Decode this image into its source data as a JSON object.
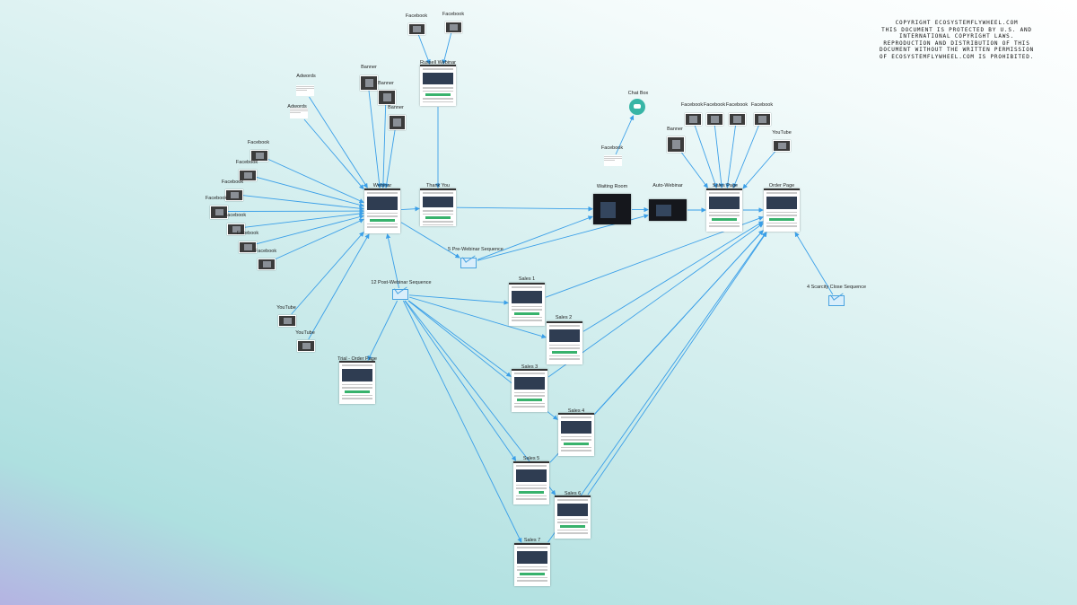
{
  "copyright": {
    "lines": [
      "COPYRIGHT ECOSYSTEMFLYWHEEL.COM",
      "THIS DOCUMENT IS PROTECTED BY U.S. AND",
      "INTERNATIONAL COPYRIGHT LAWS.",
      "REPRODUCTION AND DISTRIBUTION OF THIS",
      "DOCUMENT WITHOUT THE WRITTEN PERMISSION",
      "OF ECOSYSTEMFLYWHEEL.COM IS PROHIBITED."
    ]
  },
  "colors": {
    "edge": "#3a9fe8",
    "chat": "#38b5a6",
    "button": "#38b26c"
  },
  "nodes": [
    {
      "id": "fb_top1",
      "label": "Facebook",
      "kind": "thumb"
    },
    {
      "id": "fb_top2",
      "label": "Facebook",
      "kind": "thumb"
    },
    {
      "id": "russell",
      "label": "Russell Webinar",
      "kind": "page"
    },
    {
      "id": "adwords1",
      "label": "Adwords",
      "kind": "ad"
    },
    {
      "id": "adwords2",
      "label": "Adwords",
      "kind": "ad"
    },
    {
      "id": "banner1",
      "label": "Banner",
      "kind": "thumb"
    },
    {
      "id": "banner2",
      "label": "Banner",
      "kind": "thumb"
    },
    {
      "id": "banner3",
      "label": "Banner",
      "kind": "thumb"
    },
    {
      "id": "fbl1",
      "label": "Facebook",
      "kind": "thumb"
    },
    {
      "id": "fbl2",
      "label": "Facebook",
      "kind": "thumb"
    },
    {
      "id": "fbl3",
      "label": "Facebook",
      "kind": "thumb"
    },
    {
      "id": "fbl4",
      "label": "Facebook",
      "kind": "thumb"
    },
    {
      "id": "fbl5",
      "label": "Facebook",
      "kind": "thumb"
    },
    {
      "id": "fbl6",
      "label": "Facebook",
      "kind": "thumb"
    },
    {
      "id": "fbl7",
      "label": "Facebook",
      "kind": "thumb"
    },
    {
      "id": "yt1",
      "label": "YouTube",
      "kind": "thumb"
    },
    {
      "id": "yt2",
      "label": "YouTube",
      "kind": "thumb"
    },
    {
      "id": "webinar",
      "label": "Webinar",
      "kind": "page"
    },
    {
      "id": "thankyou",
      "label": "Thank You",
      "kind": "page"
    },
    {
      "id": "pre",
      "label": "5 Pre-Webinar Sequence",
      "kind": "mail"
    },
    {
      "id": "post",
      "label": "12 Post-Webinar Sequence",
      "kind": "mail"
    },
    {
      "id": "trial",
      "label": "Trial - Order Page",
      "kind": "page"
    },
    {
      "id": "chatbox",
      "label": "Chat Box",
      "kind": "chat"
    },
    {
      "id": "fb_chat",
      "label": "Facebook",
      "kind": "ad"
    },
    {
      "id": "waiting",
      "label": "Waiting Room",
      "kind": "dark"
    },
    {
      "id": "auto",
      "label": "Auto-Webinar",
      "kind": "dark"
    },
    {
      "id": "banner_sp",
      "label": "Banner",
      "kind": "thumb"
    },
    {
      "id": "fbr1",
      "label": "Facebook",
      "kind": "thumb"
    },
    {
      "id": "fbr2",
      "label": "Facebook",
      "kind": "thumb"
    },
    {
      "id": "fbr3",
      "label": "Facebook",
      "kind": "thumb"
    },
    {
      "id": "fbr4",
      "label": "Facebook",
      "kind": "thumb"
    },
    {
      "id": "yt_sp",
      "label": "YouTube",
      "kind": "thumb"
    },
    {
      "id": "sales",
      "label": "Sales Page",
      "kind": "page"
    },
    {
      "id": "order",
      "label": "Order Page",
      "kind": "page"
    },
    {
      "id": "scarcity",
      "label": "4 Scarcity Close Sequence",
      "kind": "mail"
    },
    {
      "id": "s1",
      "label": "Sales 1",
      "kind": "page"
    },
    {
      "id": "s2",
      "label": "Sales 2",
      "kind": "page"
    },
    {
      "id": "s3",
      "label": "Sales 3",
      "kind": "page"
    },
    {
      "id": "s4",
      "label": "Sales 4",
      "kind": "page"
    },
    {
      "id": "s5",
      "label": "Sales 5",
      "kind": "page"
    },
    {
      "id": "s6",
      "label": "Sales 6",
      "kind": "page"
    },
    {
      "id": "s7",
      "label": "Sales 7",
      "kind": "page"
    }
  ],
  "edges": [
    [
      "fb_top1",
      "russell"
    ],
    [
      "fb_top2",
      "russell"
    ],
    [
      "russell",
      "thankyou"
    ],
    [
      "adwords1",
      "webinar"
    ],
    [
      "adwords2",
      "webinar"
    ],
    [
      "banner1",
      "webinar"
    ],
    [
      "banner2",
      "webinar"
    ],
    [
      "banner3",
      "webinar"
    ],
    [
      "fbl1",
      "webinar"
    ],
    [
      "fbl2",
      "webinar"
    ],
    [
      "fbl3",
      "webinar"
    ],
    [
      "fbl4",
      "webinar"
    ],
    [
      "fbl5",
      "webinar"
    ],
    [
      "fbl6",
      "webinar"
    ],
    [
      "fbl7",
      "webinar"
    ],
    [
      "yt1",
      "webinar"
    ],
    [
      "yt2",
      "webinar"
    ],
    [
      "webinar",
      "thankyou"
    ],
    [
      "webinar",
      "pre"
    ],
    [
      "post",
      "webinar"
    ],
    [
      "post",
      "trial"
    ],
    [
      "thankyou",
      "waiting"
    ],
    [
      "pre",
      "waiting"
    ],
    [
      "pre",
      "auto"
    ],
    [
      "fb_chat",
      "chatbox"
    ],
    [
      "waiting",
      "auto"
    ],
    [
      "banner_sp",
      "sales"
    ],
    [
      "fbr1",
      "sales"
    ],
    [
      "fbr2",
      "sales"
    ],
    [
      "fbr3",
      "sales"
    ],
    [
      "fbr4",
      "sales"
    ],
    [
      "yt_sp",
      "sales"
    ],
    [
      "auto",
      "sales"
    ],
    [
      "sales",
      "order"
    ],
    [
      "scarcity",
      "order"
    ],
    [
      "post",
      "s1"
    ],
    [
      "post",
      "s2"
    ],
    [
      "post",
      "s3"
    ],
    [
      "post",
      "s4"
    ],
    [
      "post",
      "s5"
    ],
    [
      "post",
      "s6"
    ],
    [
      "post",
      "s7"
    ],
    [
      "s1",
      "order"
    ],
    [
      "s2",
      "order"
    ],
    [
      "s3",
      "order"
    ],
    [
      "s4",
      "order"
    ],
    [
      "s5",
      "order"
    ],
    [
      "s6",
      "order"
    ],
    [
      "s7",
      "order"
    ]
  ]
}
